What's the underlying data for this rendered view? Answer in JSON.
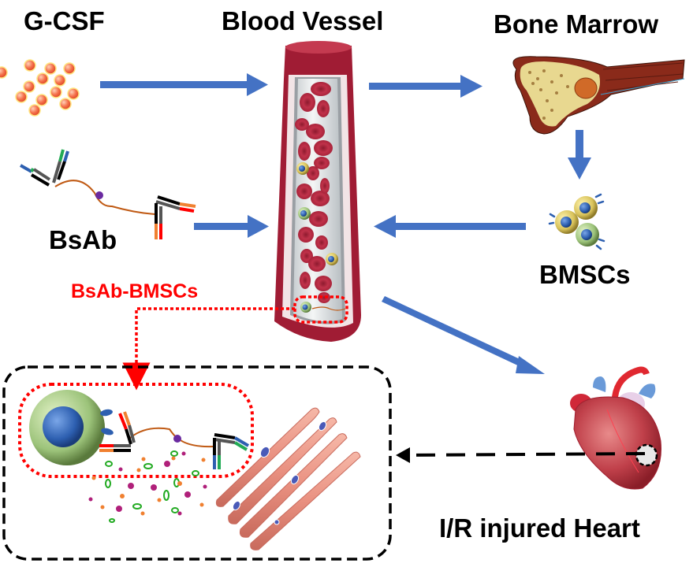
{
  "labels": {
    "gcsf": "G-CSF",
    "blood_vessel": "Blood Vessel",
    "bone_marrow": "Bone Marrow",
    "bsab": "BsAb",
    "bmscs": "BMSCs",
    "bsab_bmscs": "BsAb-BMSCs",
    "heart": "I/R injured Heart"
  },
  "colors": {
    "arrow_blue": "#4472c4",
    "highlight_red": "#ff0000",
    "dashed_black": "#000000",
    "rbc": "#b8283f",
    "vessel_wall": "#a01c34",
    "gcsf_bead": "#f4704a",
    "cell_yellow": "#d8c25a",
    "cell_green": "#9cc37a",
    "nucleus_blue": "#2d5fb0",
    "muscle": "#e99080",
    "linker": "#c05a14"
  },
  "flow": [
    {
      "from": "G-CSF",
      "to": "Blood Vessel"
    },
    {
      "from": "Blood Vessel",
      "to": "Bone Marrow"
    },
    {
      "from": "Bone Marrow",
      "to": "BMSCs"
    },
    {
      "from": "BMSCs",
      "to": "Blood Vessel"
    },
    {
      "from": "BsAb",
      "to": "Blood Vessel"
    },
    {
      "from": "Blood Vessel",
      "to": "I/R injured Heart"
    },
    {
      "from": "I/R injured Heart",
      "to": "Inset"
    },
    {
      "from": "BsAb-BMSCs",
      "to": "Inset"
    }
  ]
}
